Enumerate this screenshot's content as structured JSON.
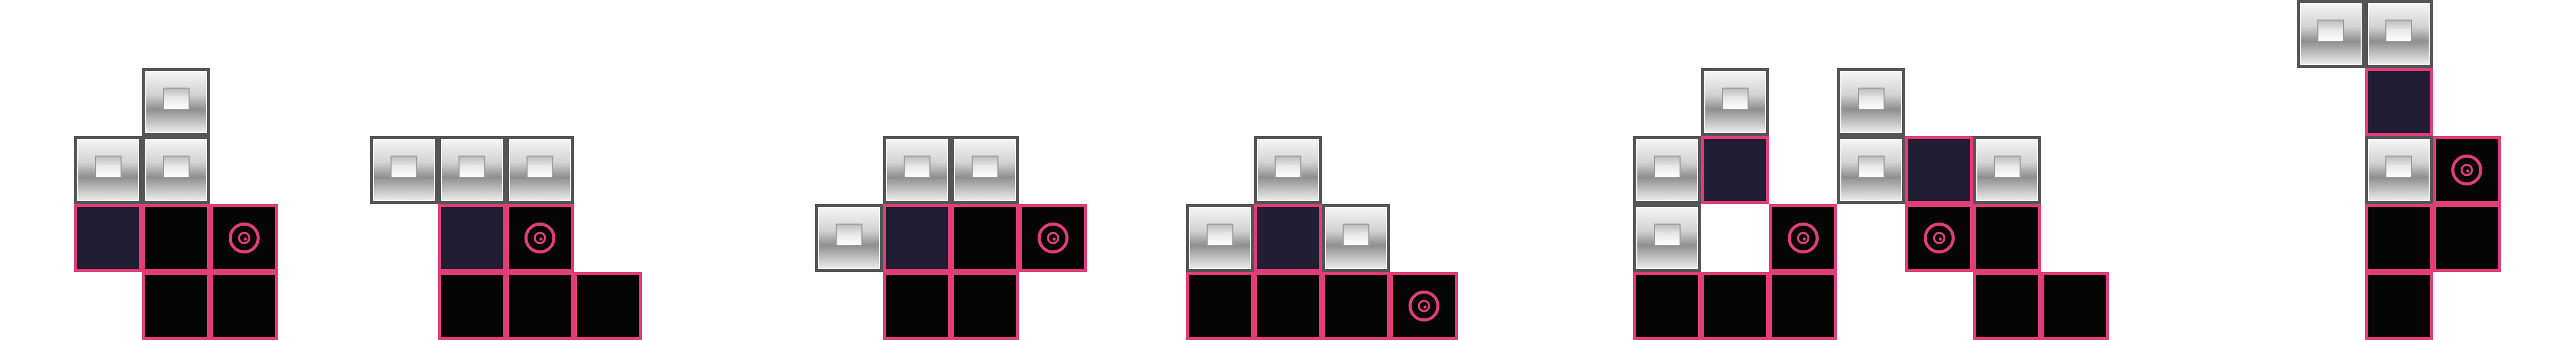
{
  "game": {
    "title": "",
    "colors": {
      "floor": "#050505",
      "dark_floor": "#211d33",
      "border": "#e23d78",
      "block_light": "#f6f6f6",
      "block_dark": "#8e8e8e"
    },
    "puzzles": [
      {
        "name": "puzzle-1",
        "cells": [
          {
            "type": "block",
            "col": 1,
            "row": 1
          },
          {
            "type": "block",
            "col": 0,
            "row": 2
          },
          {
            "type": "block",
            "col": 1,
            "row": 2
          },
          {
            "type": "dark",
            "col": 0,
            "row": 3
          },
          {
            "type": "floor",
            "col": 1,
            "row": 3
          },
          {
            "type": "goal",
            "col": 2,
            "row": 3
          },
          {
            "type": "floor",
            "col": 1,
            "row": 4
          },
          {
            "type": "floor",
            "col": 2,
            "row": 4
          }
        ]
      },
      {
        "name": "puzzle-2",
        "cells": [
          {
            "type": "block",
            "col": 0,
            "row": 2
          },
          {
            "type": "block",
            "col": 1,
            "row": 2
          },
          {
            "type": "block",
            "col": 2,
            "row": 2
          },
          {
            "type": "dark",
            "col": 1,
            "row": 3
          },
          {
            "type": "goal",
            "col": 2,
            "row": 3
          },
          {
            "type": "floor",
            "col": 1,
            "row": 4
          },
          {
            "type": "floor",
            "col": 2,
            "row": 4
          },
          {
            "type": "floor",
            "col": 3,
            "row": 4
          }
        ]
      },
      {
        "name": "puzzle-3",
        "cells": [
          {
            "type": "block",
            "col": 1,
            "row": 2
          },
          {
            "type": "block",
            "col": 2,
            "row": 2
          },
          {
            "type": "block",
            "col": 0,
            "row": 3
          },
          {
            "type": "dark",
            "col": 1,
            "row": 3
          },
          {
            "type": "floor",
            "col": 2,
            "row": 3
          },
          {
            "type": "goal",
            "col": 3,
            "row": 3
          },
          {
            "type": "floor",
            "col": 1,
            "row": 4
          },
          {
            "type": "floor",
            "col": 2,
            "row": 4
          }
        ]
      },
      {
        "name": "puzzle-4",
        "cells": [
          {
            "type": "block",
            "col": 1,
            "row": 2
          },
          {
            "type": "block",
            "col": 0,
            "row": 3
          },
          {
            "type": "dark",
            "col": 1,
            "row": 3
          },
          {
            "type": "block",
            "col": 2,
            "row": 3
          },
          {
            "type": "floor",
            "col": 0,
            "row": 4
          },
          {
            "type": "floor",
            "col": 1,
            "row": 4
          },
          {
            "type": "floor",
            "col": 2,
            "row": 4
          },
          {
            "type": "goal",
            "col": 3,
            "row": 4
          }
        ]
      },
      {
        "name": "puzzle-5",
        "cells": [
          {
            "type": "block",
            "col": 1,
            "row": 1
          },
          {
            "type": "block",
            "col": 3,
            "row": 1
          },
          {
            "type": "block",
            "col": 0,
            "row": 2
          },
          {
            "type": "dark",
            "col": 1,
            "row": 2
          },
          {
            "type": "block",
            "col": 3,
            "row": 2
          },
          {
            "type": "dark",
            "col": 4,
            "row": 2
          },
          {
            "type": "block",
            "col": 5,
            "row": 2
          },
          {
            "type": "block",
            "col": 0,
            "row": 3
          },
          {
            "type": "goal",
            "col": 2,
            "row": 3
          },
          {
            "type": "goal",
            "col": 4,
            "row": 3
          },
          {
            "type": "floor",
            "col": 5,
            "row": 3
          },
          {
            "type": "floor",
            "col": 0,
            "row": 4
          },
          {
            "type": "floor",
            "col": 1,
            "row": 4
          },
          {
            "type": "floor",
            "col": 2,
            "row": 4
          },
          {
            "type": "floor",
            "col": 5,
            "row": 4
          },
          {
            "type": "floor",
            "col": 6,
            "row": 4
          }
        ]
      },
      {
        "name": "puzzle-6",
        "cells": [
          {
            "type": "block",
            "col": 0,
            "row": 0
          },
          {
            "type": "block",
            "col": 1,
            "row": 0
          },
          {
            "type": "dark",
            "col": 1,
            "row": 1
          },
          {
            "type": "block",
            "col": 1,
            "row": 2
          },
          {
            "type": "goal",
            "col": 2,
            "row": 2
          },
          {
            "type": "floor",
            "col": 1,
            "row": 3
          },
          {
            "type": "floor",
            "col": 2,
            "row": 3
          },
          {
            "type": "floor",
            "col": 1,
            "row": 4
          }
        ]
      }
    ]
  }
}
